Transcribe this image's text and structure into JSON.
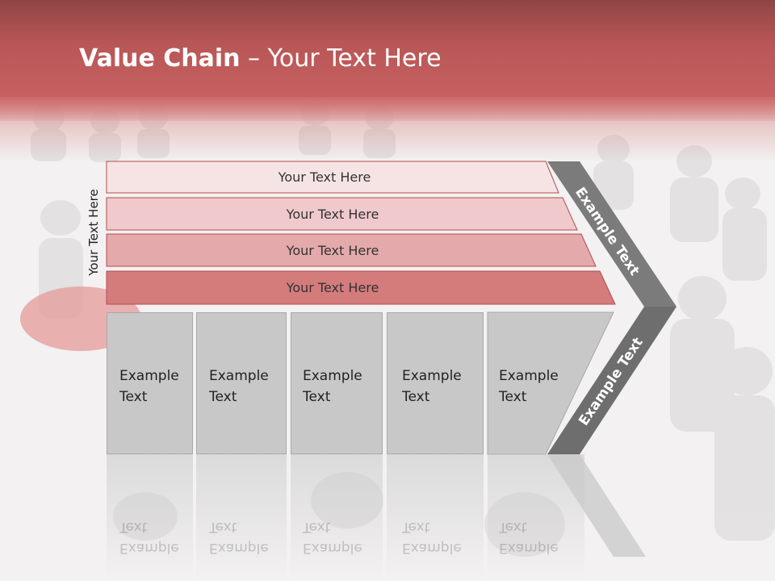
{
  "slide": {
    "title_bold": "Value Chain",
    "title_rest": " – Your Text Here",
    "side_label": "Your Text Here"
  },
  "bands": [
    {
      "label": "Your Text Here",
      "color": "#f6e4e5"
    },
    {
      "label": "Your Text Here",
      "color": "#efc9cb"
    },
    {
      "label": "Your Text Here",
      "color": "#e4aaab"
    },
    {
      "label": "Your Text Here",
      "color": "#d47b7c"
    }
  ],
  "columns": [
    {
      "line1": "Example",
      "line2": "Text"
    },
    {
      "line1": "Example",
      "line2": "Text"
    },
    {
      "line1": "Example",
      "line2": "Text"
    },
    {
      "line1": "Example",
      "line2": "Text"
    },
    {
      "line1": "Example",
      "line2": "Text"
    }
  ],
  "arrow": {
    "upper_label": "Example Text",
    "lower_label": "Example Text",
    "upper_color": "#7b7b7b",
    "lower_color": "#6e6e6e"
  },
  "colors": {
    "title_band": "#c05b5c",
    "column_fill": "#c8c8c8"
  }
}
